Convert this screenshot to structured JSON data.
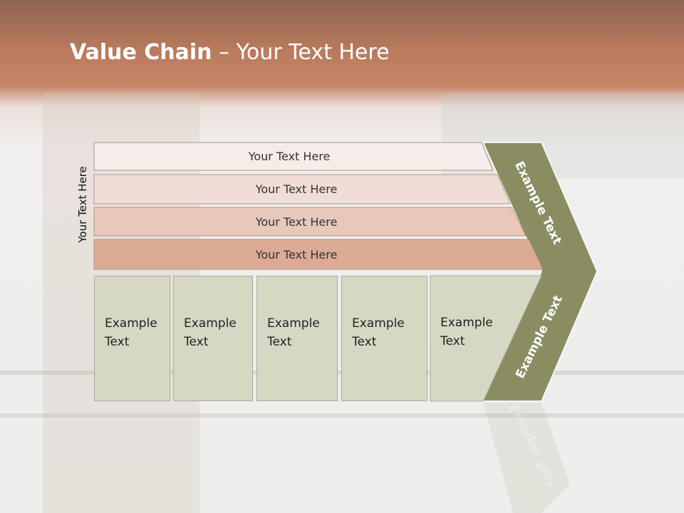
{
  "slide": {
    "title_bold": "Value Chain",
    "title_rest": " – Your Text Here",
    "side_label": "Your Text Here",
    "rows": [
      "Your Text Here",
      "Your Text Here",
      "Your Text Here",
      "Your Text Here"
    ],
    "columns": [
      {
        "line1": "Example",
        "line2": "Text"
      },
      {
        "line1": "Example",
        "line2": "Text"
      },
      {
        "line1": "Example",
        "line2": "Text"
      },
      {
        "line1": "Example",
        "line2": "Text"
      },
      {
        "line1": "Example",
        "line2": "Text"
      }
    ],
    "chevron_top": "Example Text",
    "chevron_bottom": "Example Text",
    "colors": {
      "header": "#c48569",
      "row1": "#f6ecea",
      "row2": "#f0ddd6",
      "row3": "#e8c8bb",
      "row4": "#dbab95",
      "columns": "#d7d8c4",
      "chevron": "#8a8d62"
    }
  }
}
